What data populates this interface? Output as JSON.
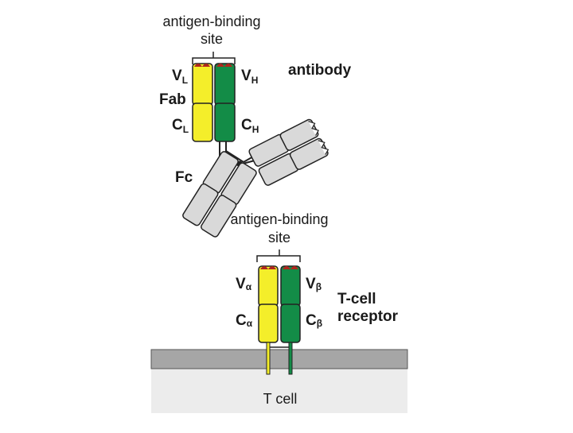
{
  "colors": {
    "light_chain": "#f4ee2a",
    "heavy_chain": "#138c47",
    "fc_gray": "#d9d9d9",
    "membrane": "#a6a6a6",
    "cell_interior": "#ececec",
    "site_red": "#b0261d",
    "outline": "#222222"
  },
  "antibody": {
    "site_label_line1": "antigen-binding",
    "site_label_line2": "site",
    "title": "antibody",
    "vl": {
      "main": "V",
      "sub": "L"
    },
    "vh": {
      "main": "V",
      "sub": "H"
    },
    "cl": {
      "main": "C",
      "sub": "L"
    },
    "ch": {
      "main": "C",
      "sub": "H"
    },
    "fab": "Fab",
    "fc": "Fc"
  },
  "tcr": {
    "site_label_line1": "antigen-binding",
    "site_label_line2": "site",
    "title_line1": "T-cell",
    "title_line2": "receptor",
    "va": {
      "main": "V",
      "sub": "α"
    },
    "vb": {
      "main": "V",
      "sub": "β"
    },
    "ca": {
      "main": "C",
      "sub": "α"
    },
    "cb": {
      "main": "C",
      "sub": "β"
    }
  },
  "cell": {
    "label": "T cell"
  }
}
